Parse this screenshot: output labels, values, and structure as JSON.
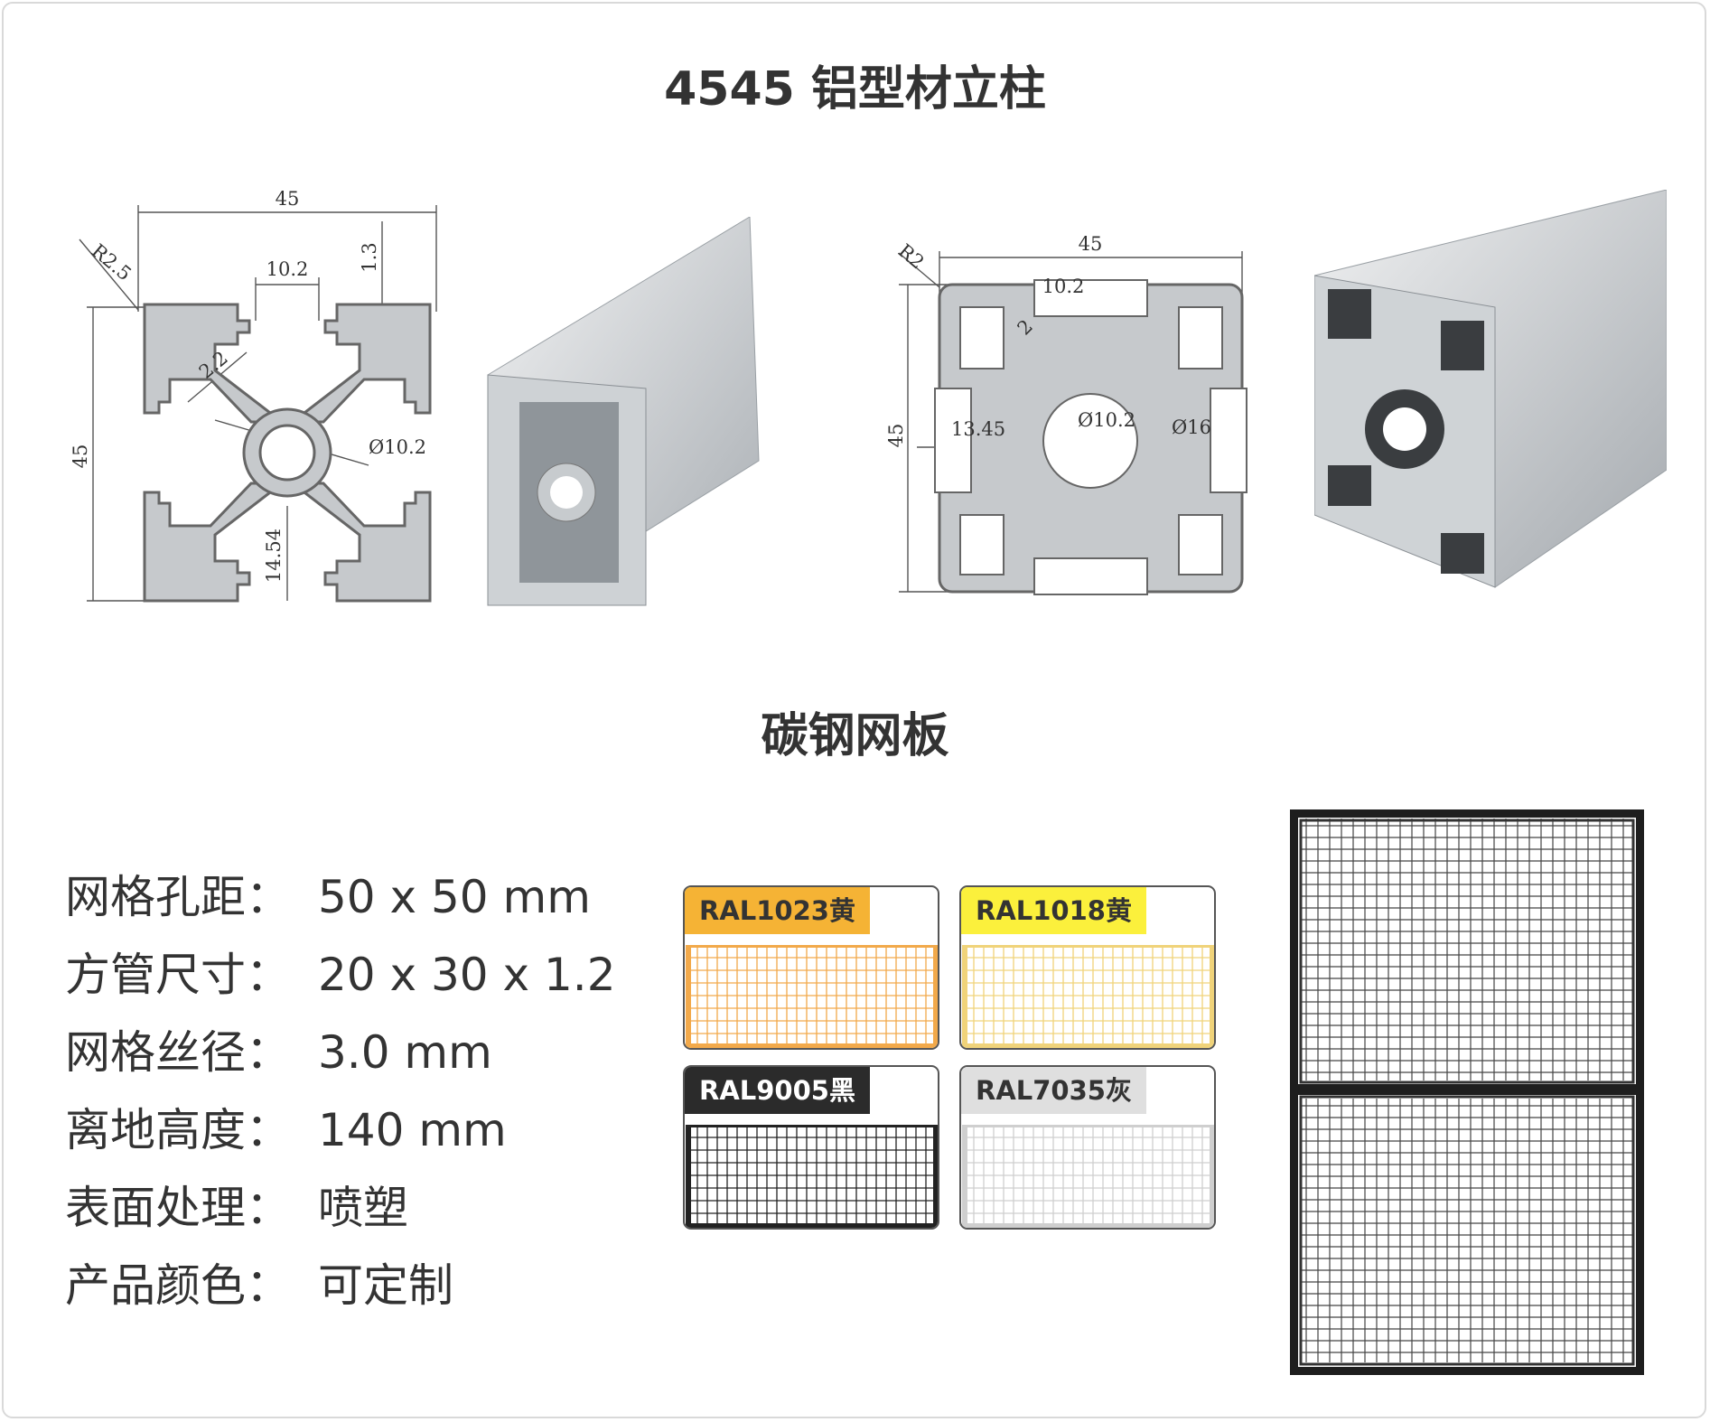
{
  "header": {
    "title": "4545 铝型材立柱"
  },
  "profile_a": {
    "dims": {
      "width": "45",
      "height": "45",
      "radius": "R2.5",
      "slot": "10.2",
      "lip": "1.3",
      "web": "2.2",
      "bore": "Ø10.2",
      "inner": "14.54"
    }
  },
  "profile_b": {
    "dims": {
      "width": "45",
      "height": "45",
      "radius": "R2",
      "slot": "10.2",
      "web": "2",
      "bore": "Ø10.2",
      "outer": "Ø16",
      "inner": "13.45"
    }
  },
  "mesh": {
    "title": "碳钢网板",
    "specs": [
      {
        "label": "网格孔距：",
        "value": "50 x 50 mm"
      },
      {
        "label": "方管尺寸：",
        "value": "20 x 30 x 1.2"
      },
      {
        "label": "网格丝径：",
        "value": "3.0 mm"
      },
      {
        "label": "离地高度：",
        "value": "140 mm"
      },
      {
        "label": "表面处理：",
        "value": "喷塑"
      },
      {
        "label": "产品颜色：",
        "value": "可定制"
      }
    ],
    "colors": [
      {
        "label": "RAL1023黄",
        "tag_bg": "#f5b335",
        "tag_fg": "#333333",
        "mesh_color": "#f2a94a"
      },
      {
        "label": "RAL1018黄",
        "tag_bg": "#fbf03c",
        "tag_fg": "#333333",
        "mesh_color": "#f0d37a"
      },
      {
        "label": "RAL9005黑",
        "tag_bg": "#2b2b2b",
        "tag_fg": "#ffffff",
        "mesh_color": "#222222"
      },
      {
        "label": "RAL7035灰",
        "tag_bg": "#dfdfdf",
        "tag_fg": "#333333",
        "mesh_color": "#cfcfcf"
      }
    ]
  }
}
